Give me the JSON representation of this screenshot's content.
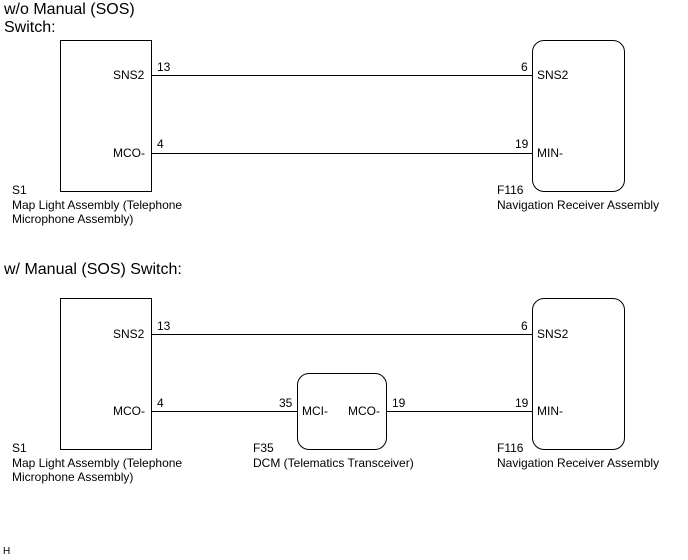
{
  "section1": {
    "title_line1": "w/o Manual (SOS)",
    "title_line2": "Switch:",
    "left": {
      "code": "S1",
      "name_line1": "Map Light Assembly (Telephone",
      "name_line2": "Microphone Assembly)",
      "terminals": [
        {
          "label": "SNS2",
          "pin": "13"
        },
        {
          "label": "MCO-",
          "pin": "4"
        }
      ]
    },
    "right": {
      "code": "F116",
      "name": "Navigation Receiver Assembly",
      "terminals": [
        {
          "label": "SNS2",
          "pin": "6"
        },
        {
          "label": "MIN-",
          "pin": "19"
        }
      ]
    }
  },
  "section2": {
    "title": "w/ Manual (SOS) Switch:",
    "left": {
      "code": "S1",
      "name_line1": "Map Light Assembly (Telephone",
      "name_line2": "Microphone Assembly)",
      "terminals": [
        {
          "label": "SNS2",
          "pin": "13"
        },
        {
          "label": "MCO-",
          "pin": "4"
        }
      ]
    },
    "middle": {
      "code": "F35",
      "name": "DCM (Telematics Transceiver)",
      "terminals": [
        {
          "label": "MCI-",
          "pin": "35"
        },
        {
          "label": "MCO-",
          "pin": "19"
        }
      ]
    },
    "right": {
      "code": "F116",
      "name": "Navigation Receiver Assembly",
      "terminals": [
        {
          "label": "SNS2",
          "pin": "6"
        },
        {
          "label": "MIN-",
          "pin": "19"
        }
      ]
    }
  },
  "footer_mark": "H"
}
